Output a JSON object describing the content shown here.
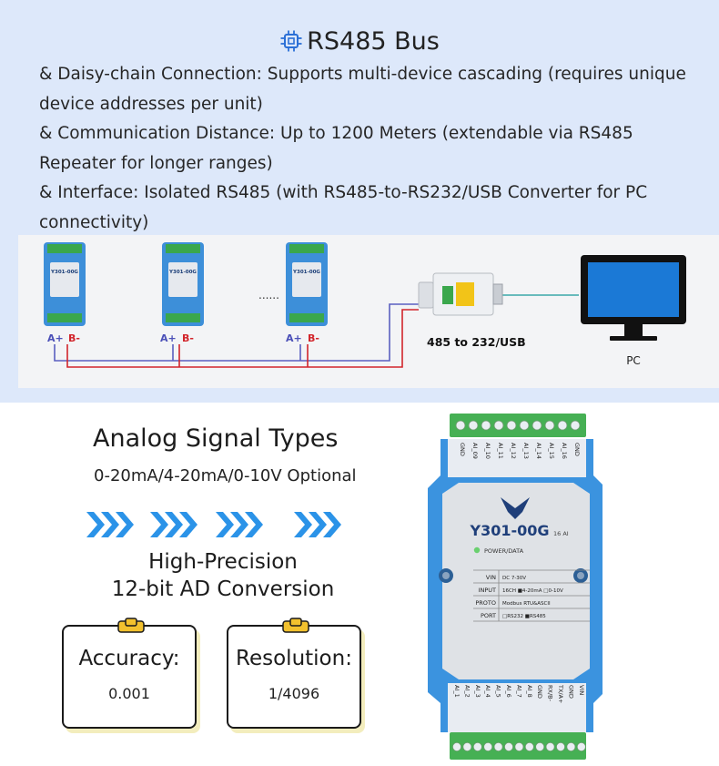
{
  "rs485": {
    "title": "RS485 Bus",
    "title_icon": "chip-icon",
    "bullets": [
      "&  Daisy-chain Connection: Supports multi-device cascading (requires unique device addresses per unit)",
      "& Communication Distance: Up to 1200 Meters (extendable via RS485 Repeater for longer ranges)",
      "& Interface: Isolated RS485 (with RS485-to-RS232/USB Converter for PC connectivity)"
    ]
  },
  "diagram": {
    "module_label": "Y301-00G",
    "terminal_a": "A+",
    "terminal_b": "B-",
    "ellipsis": "......",
    "converter_label": "485 to 232/USB",
    "pc_label": "PC",
    "colors": {
      "a_line": "#4b50b8",
      "b_line": "#d2252b",
      "module": "#3d8fd9",
      "terminal": "#3aa74c"
    }
  },
  "analog": {
    "title": "Analog Signal Types",
    "subtitle": "0-20mA/4-20mA/0-10V Optional",
    "precision_line1": "High-Precision",
    "precision_line2": "12-bit AD Conversion"
  },
  "cards": {
    "accuracy_label": "Accuracy:",
    "accuracy_value": "0.001",
    "resolution_label": "Resolution:",
    "resolution_value": "1/4096"
  },
  "device": {
    "model": "Y301-00G",
    "model_suffix": "16 AI",
    "power_label": "POWER/DATA",
    "top_pins": [
      "GND",
      "AI_09",
      "AI_10",
      "AI_11",
      "AI_12",
      "AI_13",
      "AI_14",
      "AI_15",
      "AI_16",
      "GND"
    ],
    "bottom_pins": [
      "AI_1",
      "AI_2",
      "AI_3",
      "AI_4",
      "AI_5",
      "AI_6",
      "AI_7",
      "AI_8",
      "GND",
      "RX/B-",
      "TX/A+",
      "GND",
      "VIN"
    ],
    "rows": [
      {
        "key": "VIN",
        "value": "DC 7-30V"
      },
      {
        "key": "INPUT",
        "value": "16CH ■4-20mA □0-10V"
      },
      {
        "key": "PROTO",
        "value": "Modbus RTU&ASCII"
      },
      {
        "key": "PORT",
        "value": "□RS232  ■RS485"
      }
    ],
    "colors": {
      "body": "#3b93df",
      "terminal": "#46b054",
      "panel": "#dfe2e6"
    }
  }
}
